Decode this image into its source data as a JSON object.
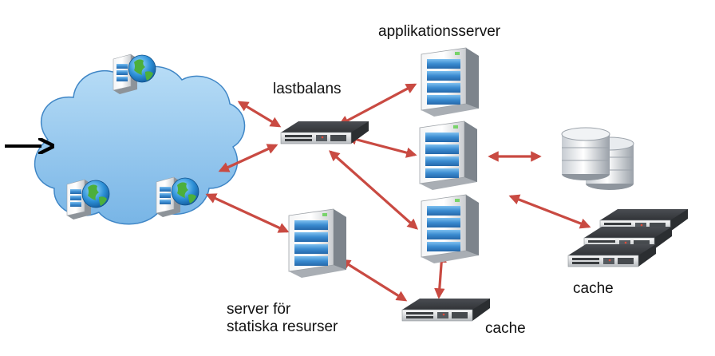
{
  "labels": {
    "app_servers": "applikationsserver",
    "load_balancer": "lastbalans",
    "static_server_line1": "server för",
    "static_server_line2": "statiska resurser",
    "cache_right": "cache",
    "cache_bottom": "cache"
  },
  "nodes": [
    {
      "id": "internet-cloud",
      "kind": "cloud"
    },
    {
      "id": "client-server-top",
      "kind": "globe-server"
    },
    {
      "id": "client-server-left",
      "kind": "globe-server"
    },
    {
      "id": "client-server-right",
      "kind": "globe-server"
    },
    {
      "id": "load-balancer",
      "kind": "switch"
    },
    {
      "id": "app-server-1",
      "kind": "server"
    },
    {
      "id": "app-server-2",
      "kind": "server"
    },
    {
      "id": "app-server-3",
      "kind": "server"
    },
    {
      "id": "static-server",
      "kind": "server"
    },
    {
      "id": "database",
      "kind": "database"
    },
    {
      "id": "cache-cluster",
      "kind": "switch-stack"
    },
    {
      "id": "cache-switch",
      "kind": "switch"
    }
  ],
  "colors": {
    "arrow": "#c94a42",
    "cloud_fill": "#8ec5ee",
    "cloud_stroke": "#3f86c6",
    "server_blue": "#3d8ecf",
    "server_frame": "#e6e8ea",
    "text": "#111111",
    "entry_arrow": "#000000"
  }
}
